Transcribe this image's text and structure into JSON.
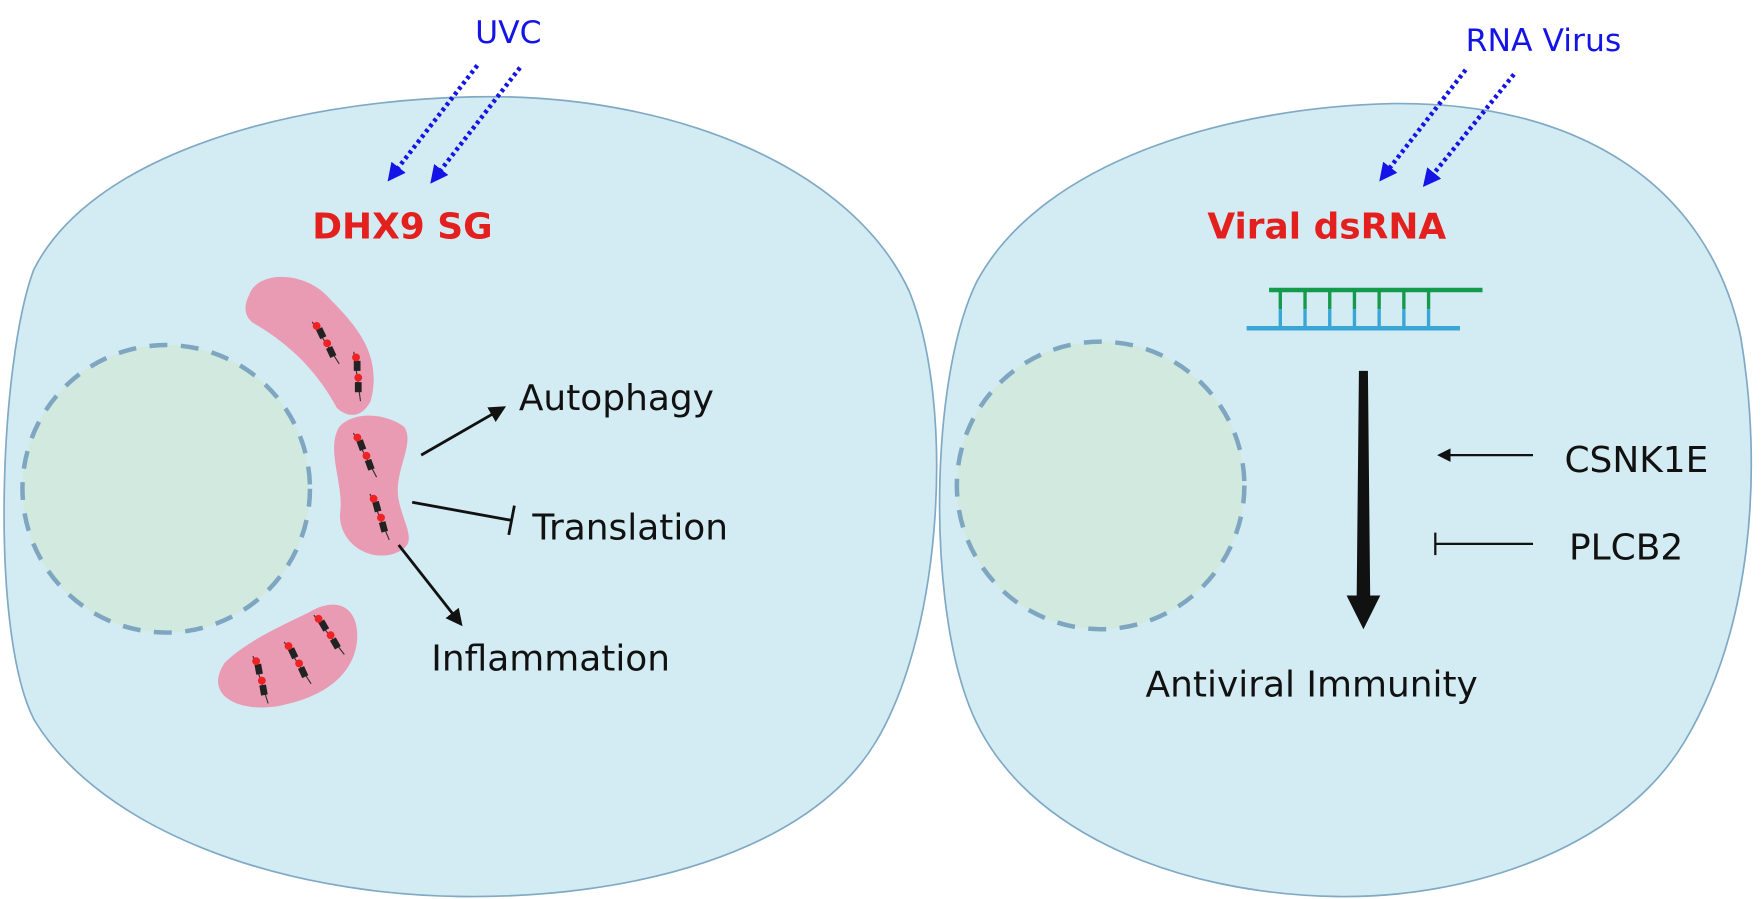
{
  "colors": {
    "cell_fill": "#d3ebf2",
    "cell_stroke": "#7fa9c4",
    "nucleus_fill": "#d1e9df",
    "nucleus_stroke": "#7fa6c0",
    "granule_fill": "#e99bb4",
    "stimulus_text": "#1414e6",
    "trigger_text": "#e4201f",
    "dsrna_top": "#139a4a",
    "dsrna_bottom": "#3aa6d8"
  },
  "left_panel": {
    "stimulus": "UVC",
    "trigger": "DHX9 SG",
    "outcomes": {
      "autophagy": "Autophagy",
      "translation": "Translation",
      "inflammation": "Inflammation"
    }
  },
  "right_panel": {
    "stimulus": "RNA Virus",
    "trigger": "Viral dsRNA",
    "outcome": "Antiviral Immunity",
    "regulators": {
      "activator": "CSNK1E",
      "inhibitor": "PLCB2"
    }
  }
}
